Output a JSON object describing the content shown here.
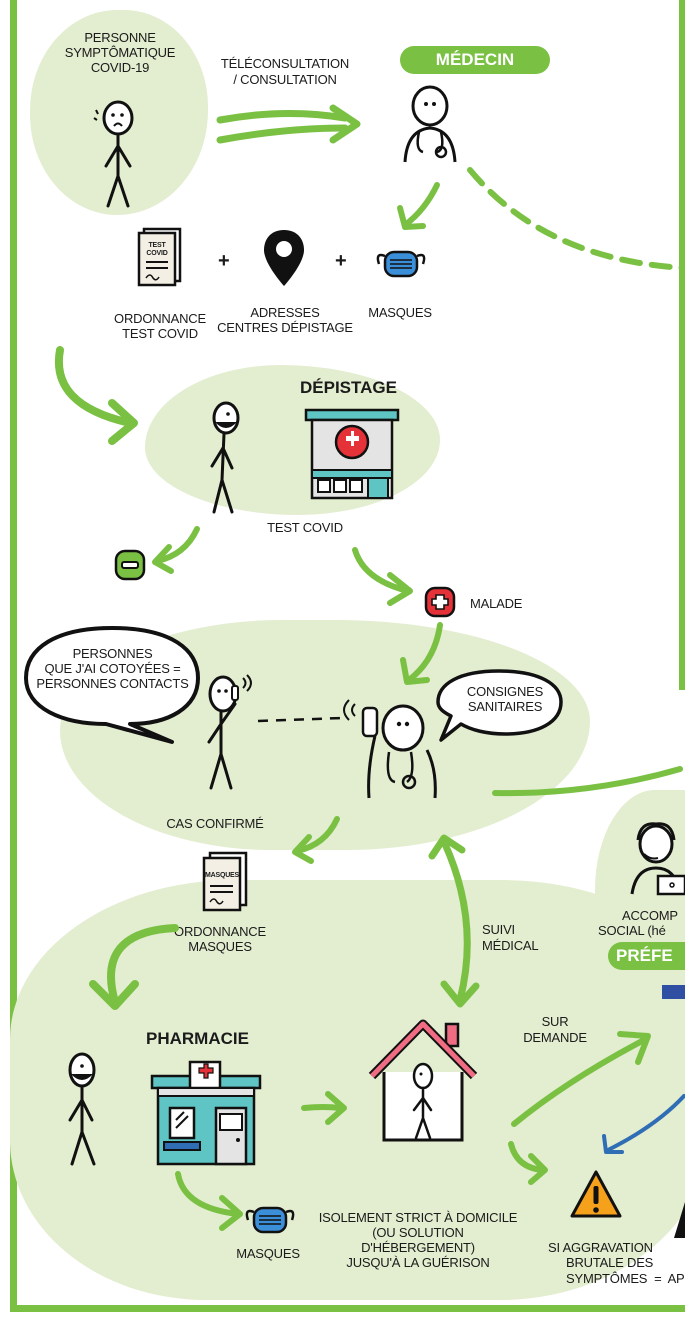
{
  "symptomatic": {
    "label_1": "PERSONNE",
    "label_2": "SYMPTÔMATIQUE",
    "label_3": "COVID-19"
  },
  "consult": {
    "label_1": "TÉLÉCONSULTATION",
    "label_2": "/ CONSULTATION"
  },
  "doctor": {
    "badge": "MÉDECIN"
  },
  "items": {
    "prescription_1": "ORDONNANCE",
    "prescription_2": "TEST COVID",
    "doc_tag_1": "TEST",
    "doc_tag_2": "COVID",
    "plus_1": "+",
    "plus_2": "+",
    "address_1": "ADRESSES",
    "address_2": "CENTRES DÉPISTAGE",
    "masks": "MASQUES"
  },
  "screening": {
    "title": "DÉPISTAGE",
    "test": "TEST COVID"
  },
  "result": {
    "positive": "MALADE"
  },
  "contacts": {
    "bubble_1": "PERSONNES",
    "bubble_2": "QUE J'AI COTOYÉES =",
    "bubble_3": "PERSONNES CONTACTS",
    "confirmed": "CAS CONFIRMÉ",
    "instructions_1": "CONSIGNES",
    "instructions_2": "SANITAIRES"
  },
  "mask_rx": {
    "doc_tag": "MASQUES",
    "label_1": "ORDONNANCE",
    "label_2": "MASQUES"
  },
  "follow": {
    "label_1": "SUIVI",
    "label_2": "MÉDICAL"
  },
  "social": {
    "label_1": "ACCOMP",
    "label_2": "SOCIAL (hé",
    "badge": "PRÉFE"
  },
  "pharmacy": {
    "title": "PHARMACIE",
    "masks": "MASQUES"
  },
  "isolation": {
    "label_1": "ISOLEMENT STRICT À DOMICILE",
    "label_2": "(OU SOLUTION",
    "label_3": "D'HÉBERGEMENT)",
    "label_4": "JUSQU'À LA GUÉRISON"
  },
  "on_request": {
    "label_1": "SUR",
    "label_2": "DEMANDE"
  },
  "worsening": {
    "label_1": "SI AGGRAVATION",
    "label_2": "BRUTALE DES",
    "label_3": "SYMPTÔMES  =  AP"
  },
  "colors": {
    "green": "#7ac143",
    "pale_green": "#e3edcf",
    "red": "#e53238",
    "teal": "#5ec4c4",
    "blue": "#2f6db5",
    "orange": "#f6a11c",
    "pink": "#ef6c82"
  }
}
